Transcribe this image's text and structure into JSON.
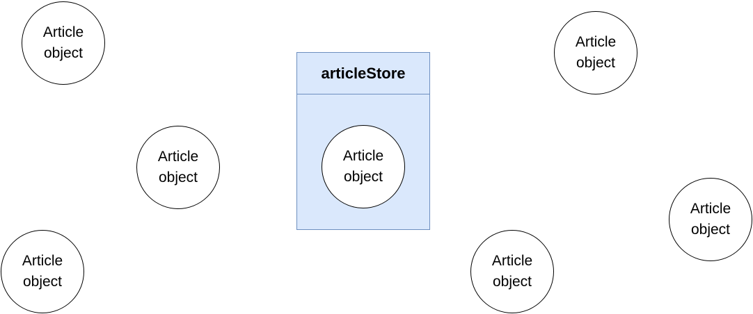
{
  "diagram": {
    "store": {
      "title": "articleStore",
      "fill_color": "#dae8fc",
      "border_color": "#6c8ebf",
      "contained_node": {
        "label": "Article object"
      }
    },
    "free_nodes": [
      {
        "label": "Article object"
      },
      {
        "label": "Article object"
      },
      {
        "label": "Article object"
      },
      {
        "label": "Article object"
      },
      {
        "label": "Article object"
      },
      {
        "label": "Article object"
      }
    ]
  }
}
